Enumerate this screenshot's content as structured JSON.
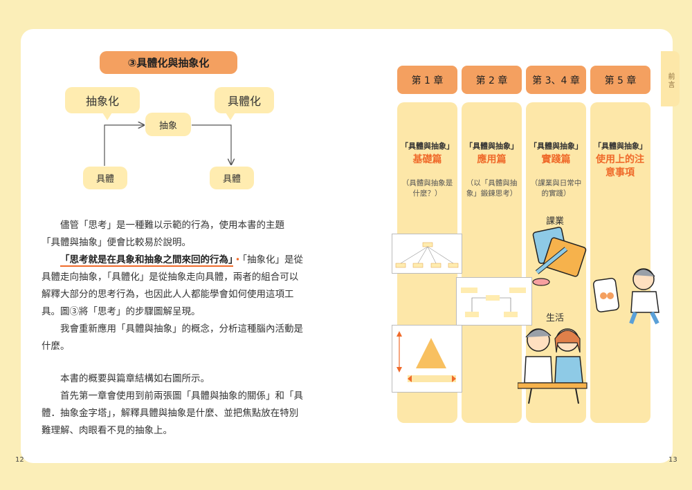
{
  "side_tab": "前言",
  "page_numbers": {
    "left": "12",
    "right": "13"
  },
  "figure": {
    "title": "③具體化與抽象化",
    "bubble_abstract": "抽象化",
    "bubble_concrete": "具體化",
    "node_abstract": "抽象",
    "node_left": "具體",
    "node_right": "具體"
  },
  "body": {
    "p1_line1": "儘管「思考」是一種難以示範的行為，使用本書的主題",
    "p1_line2": "「具體與抽象」便會比較易於說明。",
    "p2_highlight": "「思考就是在具象和抽象之間來回的行為」",
    "p2_dot": "・",
    "p2_rest": "「抽象化」是從具體走向抽象，「具體化」是從抽象走向具體，兩者的組合可以解釋大部分的思考行為，也因此人人都能學會如何使用這項工具。圖③將「思考」的步驟圖解呈現。",
    "p3": "我會重新應用「具體與抽象」的概念，分析這種腦內活動是什麼。",
    "p4": "本書的概要與篇章結構如右圖所示。",
    "p5": "首先第一章會使用到前兩張圖「具體與抽象的關係」和「具體．抽象金字塔」，解釋具體與抽象是什麼、並把焦點放在特別難理解、肉眼看不見的抽象上。"
  },
  "chapters": [
    {
      "head": "第 1 章",
      "tag": "「具體與抽象」",
      "title": "基礎篇",
      "note": "（具體與抽象是什麼？）"
    },
    {
      "head": "第 2 章",
      "tag": "「具體與抽象」",
      "title": "應用篇",
      "note": "（以「具體與抽象」鍛鍊思考）"
    },
    {
      "head": "第 3、4 章",
      "tag": "「具體與抽象」",
      "title": "實踐篇",
      "note": "（課業與日常中的實踐）"
    },
    {
      "head": "第 5 章",
      "tag": "「具體與抽象」",
      "title": "使用上的注意事項",
      "note": ""
    }
  ],
  "labels": {
    "study": "課業",
    "life": "生活"
  },
  "colors": {
    "accent": "#f4a060",
    "highlight_orange": "#ef6a2a",
    "pale_yellow": "#fde7a8",
    "bubble": "#ffecb0",
    "background": "#fbeeb8"
  }
}
